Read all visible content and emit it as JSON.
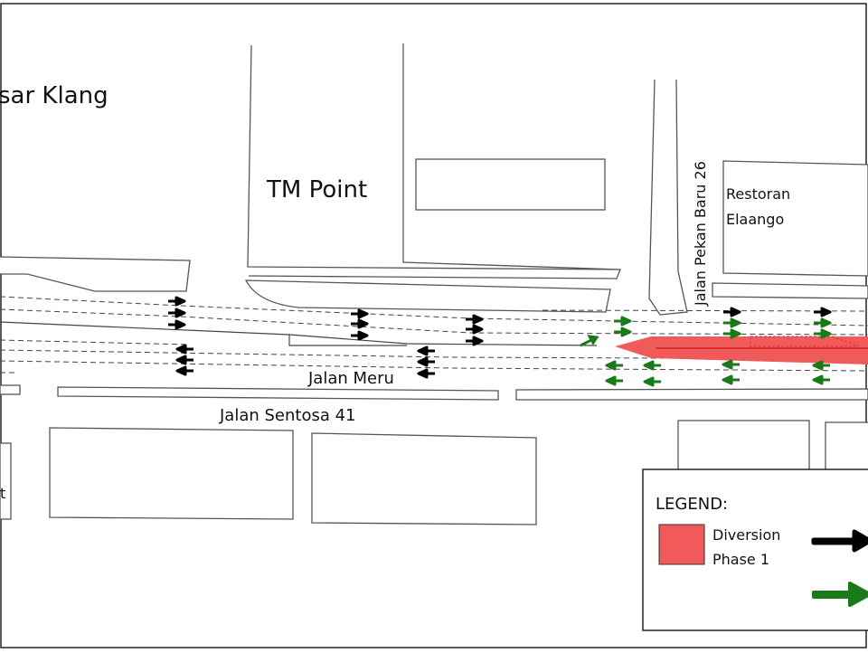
{
  "map": {
    "labels": {
      "pasar_klang": "sar Klang",
      "tm_point": "TM Point",
      "jalan_pekan_baru": "Jalan Pekan Baru 26",
      "restoran_1": "Restoran",
      "restoran_2": "Elaango",
      "jalan_meru": "Jalan Meru",
      "jalan_sentosa": "Jalan Sentosa 41",
      "left_cut": "t"
    },
    "colors": {
      "diversion": "#f05a5a",
      "diversion_dark": "#d93030",
      "arrow_black": "#000000",
      "arrow_green": "#1a7a1a"
    }
  },
  "legend": {
    "title": "LEGEND:",
    "diversion_line1": "Diversion",
    "diversion_line2": "Phase 1",
    "icons": [
      "red-area-swatch",
      "black-arrow",
      "green-arrow"
    ]
  }
}
